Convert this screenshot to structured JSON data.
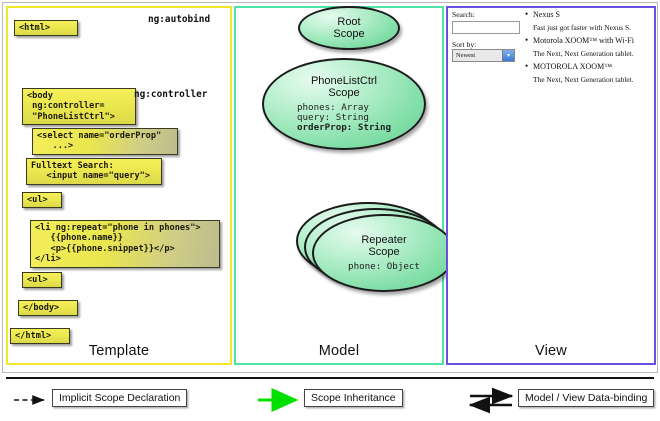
{
  "panels": {
    "template": {
      "title": "Template",
      "border_color": "#f2e72b"
    },
    "model": {
      "title": "Model",
      "border_color": "#4fe3a8"
    },
    "view": {
      "title": "View",
      "border_color": "#6b4fe0"
    }
  },
  "template_boxes": [
    {
      "id": "html-open",
      "text": "<html>"
    },
    {
      "id": "body-open",
      "text": "<body\n ng:controller=\n \"PhoneListCtrl\">"
    },
    {
      "id": "select",
      "text": "<select name=\"orderProp\"\n   ...>"
    },
    {
      "id": "fulltext",
      "text": "Fulltext Search:\n   <input name=\"query\">"
    },
    {
      "id": "ul-open",
      "text": "<ul>"
    },
    {
      "id": "li-repeat",
      "text": "<li ng:repeat=\"phone in phones\">\n   {{phone.name}}\n   <p>{{phone.snippet}}</p>\n</li>"
    },
    {
      "id": "ul-close",
      "text": "<ul>"
    },
    {
      "id": "body-close",
      "text": "</body>"
    },
    {
      "id": "html-close",
      "text": "</html>"
    }
  ],
  "edge_labels": {
    "autobind": "ng:autobind",
    "controller": "ng:controller",
    "repeat": "ng:repeat"
  },
  "scopes": [
    {
      "id": "root",
      "title_line1": "Root",
      "title_line2": "Scope",
      "props": []
    },
    {
      "id": "ctrl",
      "title_line1": "PhoneListCtrl",
      "title_line2": "Scope",
      "props": [
        {
          "text": "phones: Array",
          "bold": false
        },
        {
          "text": "query: String",
          "bold": false
        },
        {
          "text": "orderProp: String",
          "bold": true
        }
      ]
    },
    {
      "id": "repeater",
      "title_line1": "Repeater",
      "title_line2": "Scope",
      "props": [
        {
          "text": "phone: Object",
          "bold": false
        }
      ]
    }
  ],
  "view": {
    "search_label": "Search:",
    "search_value": "",
    "sort_label": "Sort by:",
    "sort_selected": "Newest",
    "phones": [
      {
        "name": "Nexus S",
        "snippet": "Fast just got faster with Nexus S."
      },
      {
        "name": "Motorola XOOM™ with Wi-Fi",
        "snippet": "The Next, Next Generation tablet."
      },
      {
        "name": "MOTOROLA XOOM™",
        "snippet": "The Next, Next Generation tablet."
      }
    ]
  },
  "legend": [
    {
      "id": "implicit-scope-declaration",
      "label": "Implicit Scope Declaration",
      "style": "dashed-black"
    },
    {
      "id": "scope-inheritance",
      "label": "Scope Inheritance",
      "style": "solid-green"
    },
    {
      "id": "model-view-data-binding",
      "label": "Model / View Data-binding",
      "style": "double-black"
    }
  ],
  "colors": {
    "inheritance_green": "#00e100",
    "code_box_yellow": "#ece84f",
    "scope_green": "#86e0ab"
  }
}
